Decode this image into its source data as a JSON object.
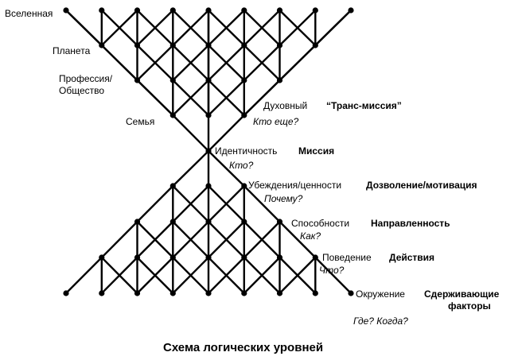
{
  "colors": {
    "line": "#000000",
    "node": "#000000",
    "background": "#ffffff"
  },
  "top_structure": {
    "levels": {
      "universe": "Вселенная",
      "planet": "Планета",
      "profession_line1": "Профессия/",
      "profession_line2": "Общество",
      "family": "Семья"
    },
    "spiritual": {
      "label": "Духовный",
      "function": "“Транс-миссия”",
      "question": "Кто еще?"
    }
  },
  "center": {
    "label": "Идентичность",
    "function": "Миссия",
    "question": "Кто?"
  },
  "bottom_levels": [
    {
      "label": "Убеждения/ценности",
      "function": "Дозволение/мотивация",
      "question": "Почему?"
    },
    {
      "label": "Способности",
      "function": "Направленность",
      "question": "Как?"
    },
    {
      "label": "Поведение",
      "function": "Действия",
      "question": "Что?"
    },
    {
      "label": "Окружение",
      "function_line1": "Сдерживающие",
      "function_line2": "факторы",
      "question": "Где? Когда?"
    }
  ],
  "caption": "Схема логических уровней"
}
